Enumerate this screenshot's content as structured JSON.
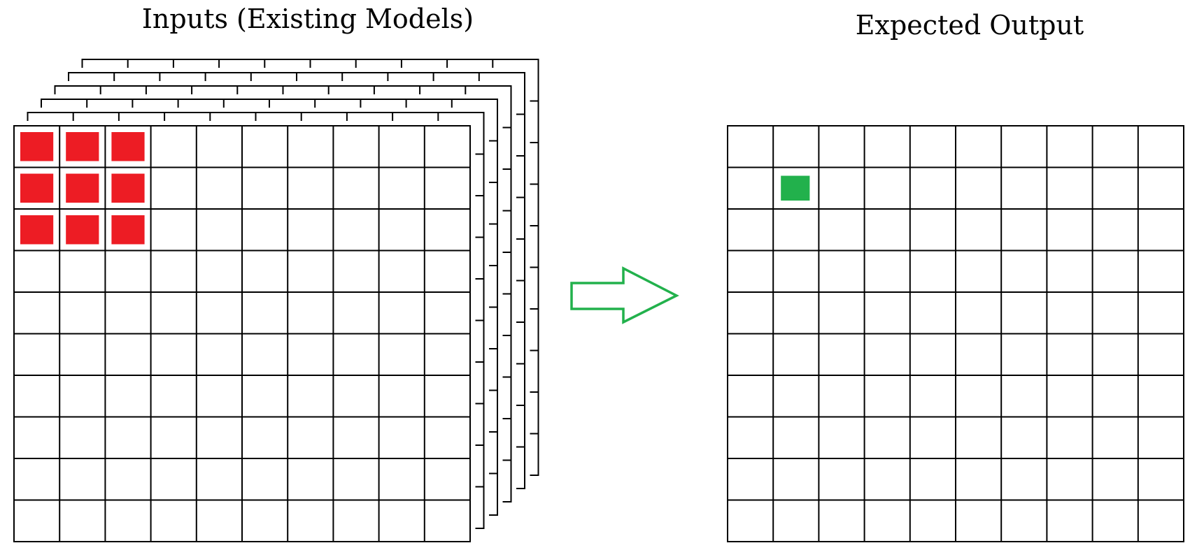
{
  "titles": {
    "inputs": "Inputs (Existing Models)",
    "output": "Expected Output"
  },
  "input_stack": {
    "grid_rows": 10,
    "grid_cols": 10,
    "layer_count": 6,
    "highlighted_cells": [
      [
        0,
        0
      ],
      [
        0,
        1
      ],
      [
        0,
        2
      ],
      [
        1,
        0
      ],
      [
        1,
        1
      ],
      [
        1,
        2
      ],
      [
        2,
        0
      ],
      [
        2,
        1
      ],
      [
        2,
        2
      ]
    ],
    "highlight_color": "#ed1c24"
  },
  "output_grid": {
    "grid_rows": 10,
    "grid_cols": 10,
    "highlighted_cells": [
      [
        1,
        1
      ]
    ],
    "highlight_color": "#22b14c"
  },
  "arrow": {
    "color": "#22b14c",
    "direction": "right"
  },
  "line_color": "#000000"
}
